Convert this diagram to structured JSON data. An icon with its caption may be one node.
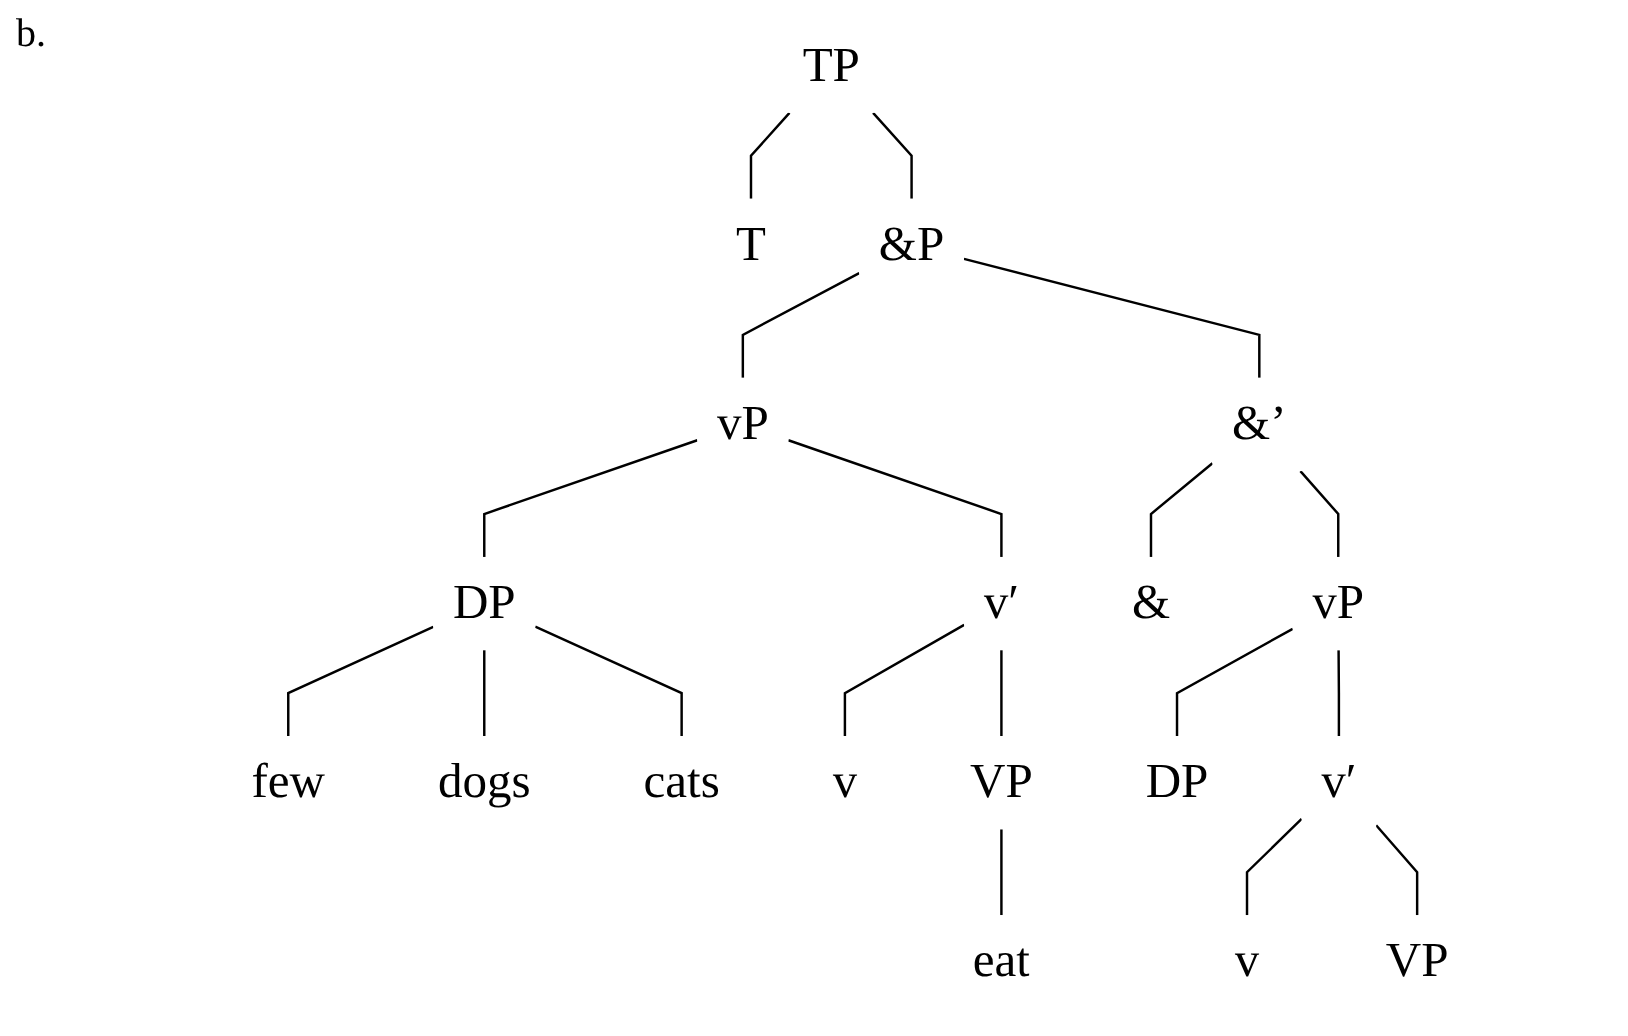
{
  "diagram": {
    "nodes": [
      {
        "text": [
          "TP"
        ]
      },
      {
        "text": [
          "T"
        ]
      },
      {
        "text": [
          "&P"
        ]
      },
      {
        "text": [
          "vP"
        ]
      },
      {
        "text": [
          "&’"
        ]
      },
      {
        "text": [
          "DP"
        ]
      },
      {
        "text": [
          "v′"
        ]
      },
      {
        "text": [
          "&"
        ]
      },
      {
        "text": [
          "vP"
        ]
      },
      {
        "text": [
          "few"
        ]
      },
      {
        "text": [
          "dogs"
        ]
      },
      {
        "text": [
          "v"
        ]
      },
      {
        "text": [
          "VP"
        ]
      },
      {
        "text": [
          "DP"
        ]
      },
      {
        "text": [
          "v′"
        ]
      },
      {
        "text": [
          "eat"
        ]
      },
      {
        "text": [
          "cats"
        ]
      },
      {
        "text": [
          "v"
        ]
      },
      {
        "text": [
          "VP"
        ]
      }
    ],
    "edges": [
      {
        "from": 0,
        "to": 1,
        "arrow": "none"
      },
      {
        "from": 0,
        "to": 2,
        "arrow": "none"
      },
      {
        "from": 2,
        "to": 3,
        "arrow": "none"
      },
      {
        "from": 2,
        "to": 4,
        "arrow": "none"
      },
      {
        "from": 3,
        "to": 5,
        "arrow": "none"
      },
      {
        "from": 3,
        "to": 6,
        "arrow": "none"
      },
      {
        "from": 4,
        "to": 7,
        "arrow": "none"
      },
      {
        "from": 4,
        "to": 8,
        "arrow": "none"
      },
      {
        "from": 5,
        "to": 9,
        "arrow": "none"
      },
      {
        "from": 5,
        "to": 10,
        "arrow": "none"
      },
      {
        "from": 6,
        "to": 11,
        "arrow": "none"
      },
      {
        "from": 6,
        "to": 12,
        "arrow": "none"
      },
      {
        "from": 8,
        "to": 13,
        "arrow": "none"
      },
      {
        "from": 8,
        "to": 14,
        "arrow": "none"
      },
      {
        "from": 12,
        "to": 15,
        "arrow": "none"
      },
      {
        "from": 5,
        "to": 16,
        "arrow": "none"
      },
      {
        "from": 14,
        "to": 17,
        "arrow": "none"
      },
      {
        "from": 14,
        "to": 18,
        "arrow": "none"
      }
    ],
    "labels": [
      "b."
    ]
  }
}
